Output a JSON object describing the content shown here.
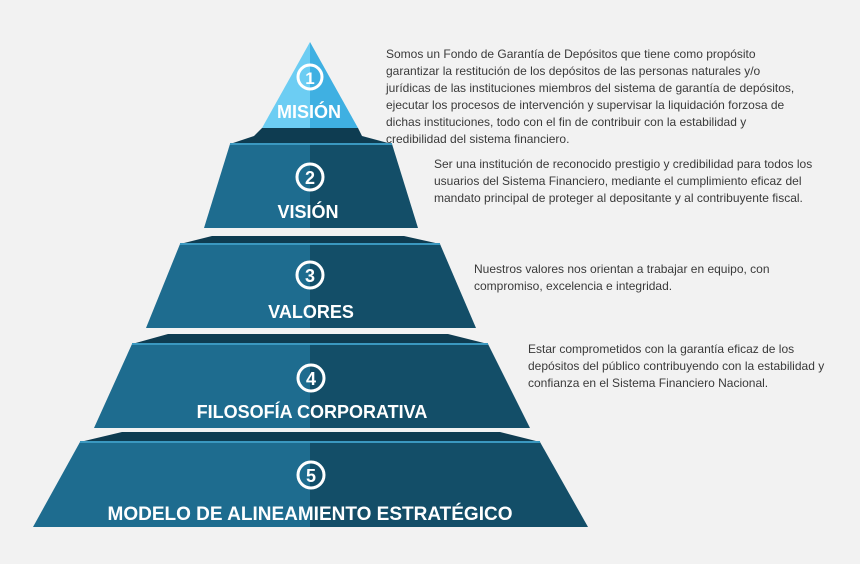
{
  "levels": [
    {
      "number": "1",
      "title": "MISIÓN",
      "description": "Somos un Fondo de Garantía de Depósitos que tiene como propósito garantizar la restitución de los depósitos de las personas naturales y/o jurídicas de las instituciones miembros del sistema de garantía de depósitos, ejecutar los procesos de intervención y supervisar la liquidación forzosa de dichas instituciones, todo con el fin de contribuir con la estabilidad y credibilidad del sistema financiero.",
      "color": "#5cc3ee"
    },
    {
      "number": "2",
      "title": "VISIÓN",
      "description": "Ser una institución de reconocido prestigio y credibilidad para todos los usuarios del Sistema Financiero, mediante el cumplimiento eficaz del mandato principal de proteger al depositante y al contribuyente fiscal.",
      "color": "#1e6c8f"
    },
    {
      "number": "3",
      "title": "VALORES",
      "description": "Nuestros valores nos orientan a trabajar en equipo, con compromiso, excelencia e integridad.",
      "color": "#1e6c8f"
    },
    {
      "number": "4",
      "title": "FILOSOFÍA CORPORATIVA",
      "description": "Estar comprometidos con la garantía eficaz de los depósitos del público contribuyendo con la estabilidad y confianza en el Sistema Financiero Nacional.",
      "color": "#1e6c8f"
    },
    {
      "number": "5",
      "title": "MODELO DE ALINEAMIENTO ESTRATÉGICO",
      "description": "",
      "color": "#1e6c8f"
    }
  ],
  "colors": {
    "face_right": "#134e68",
    "shadow": "#0e3c51",
    "highlight_line": "#3a98c0",
    "text": "#ffffff",
    "description_text": "#3a3a3a"
  }
}
